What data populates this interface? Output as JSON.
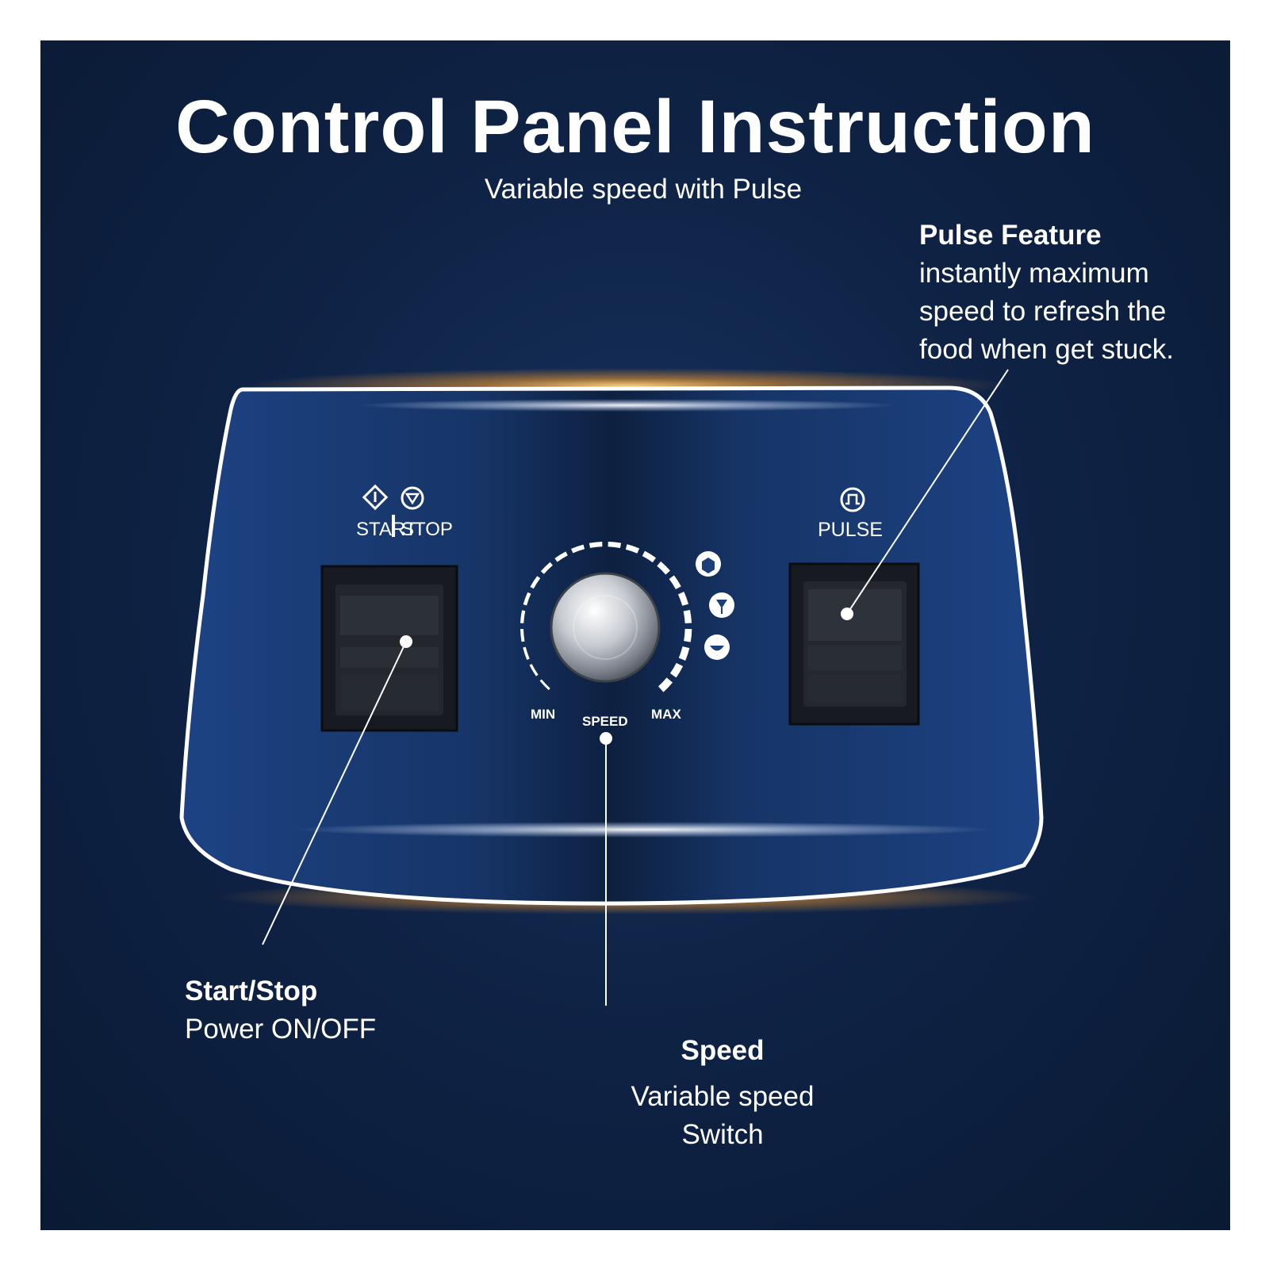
{
  "title": "Control Panel Instruction",
  "subtitle": "Variable speed with Pulse",
  "panel": {
    "start_stop_label_start": "START",
    "start_stop_label_stop": "STOP",
    "pulse_label": "PULSE",
    "dial_min": "MIN",
    "dial_speed": "SPEED",
    "dial_max": "MAX"
  },
  "callouts": {
    "pulse": {
      "heading": "Pulse Feature",
      "lines": [
        "instantly maximum",
        "speed to refresh the",
        "food when get stuck."
      ]
    },
    "start_stop": {
      "heading": "Start/Stop",
      "lines": [
        "Power ON/OFF"
      ]
    },
    "speed": {
      "heading": "Speed",
      "lines": [
        "Variable speed",
        "Switch"
      ]
    }
  },
  "icons": [
    "power-icon",
    "stop-icon",
    "pulse-icon",
    "ice-cube-icon",
    "smoothie-icon",
    "soup-bowl-icon"
  ],
  "colors": {
    "background": "#0f2346",
    "panel": "#1c3f7a",
    "glow": "#f5a33a",
    "text": "#ffffff"
  }
}
